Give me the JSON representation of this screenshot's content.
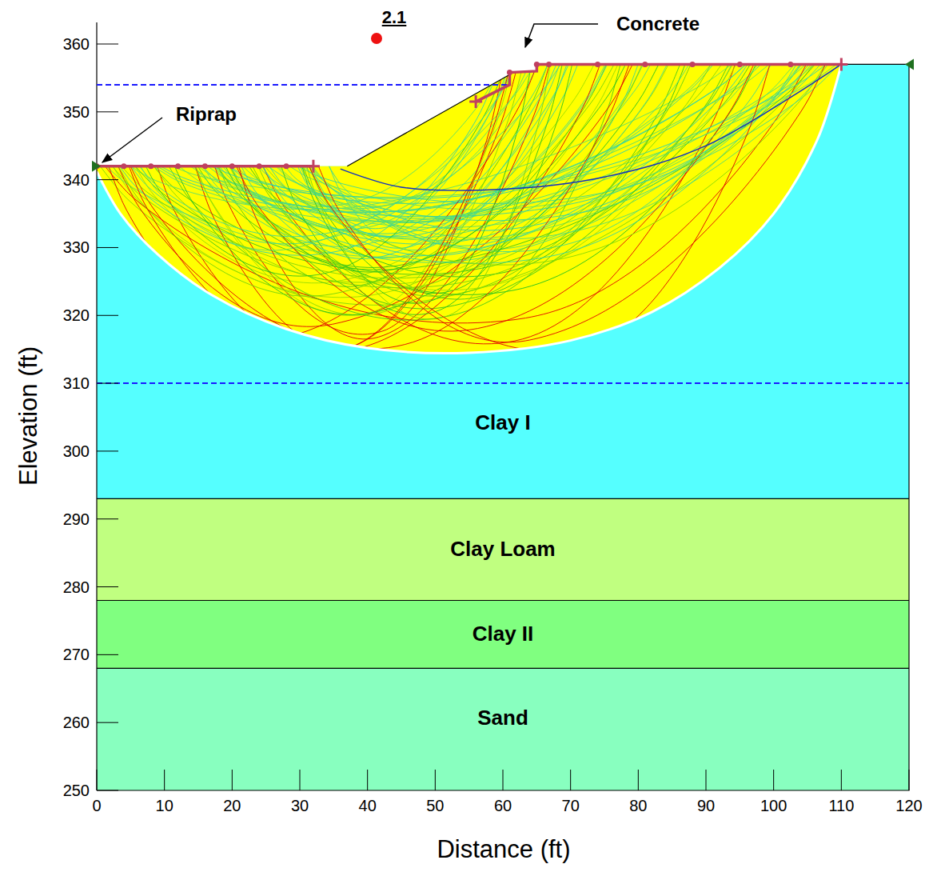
{
  "diagram": {
    "nodes": [
      {
        "text": [
          "Clay I"
        ]
      },
      {
        "text": [
          "Clay Loam"
        ]
      },
      {
        "text": [
          "Clay II"
        ]
      },
      {
        "text": [
          "Sand"
        ]
      }
    ],
    "labels": [
      "2.1",
      "Concrete",
      "Riprap",
      "360",
      "350",
      "340",
      "330",
      "320",
      "310",
      "300",
      "290",
      "280",
      "270",
      "260",
      "250",
      "0",
      "10",
      "20",
      "30",
      "40",
      "50",
      "60",
      "70",
      "80",
      "90",
      "100",
      "110",
      "120",
      "Elevation (ft)",
      "Distance (ft)"
    ]
  }
}
